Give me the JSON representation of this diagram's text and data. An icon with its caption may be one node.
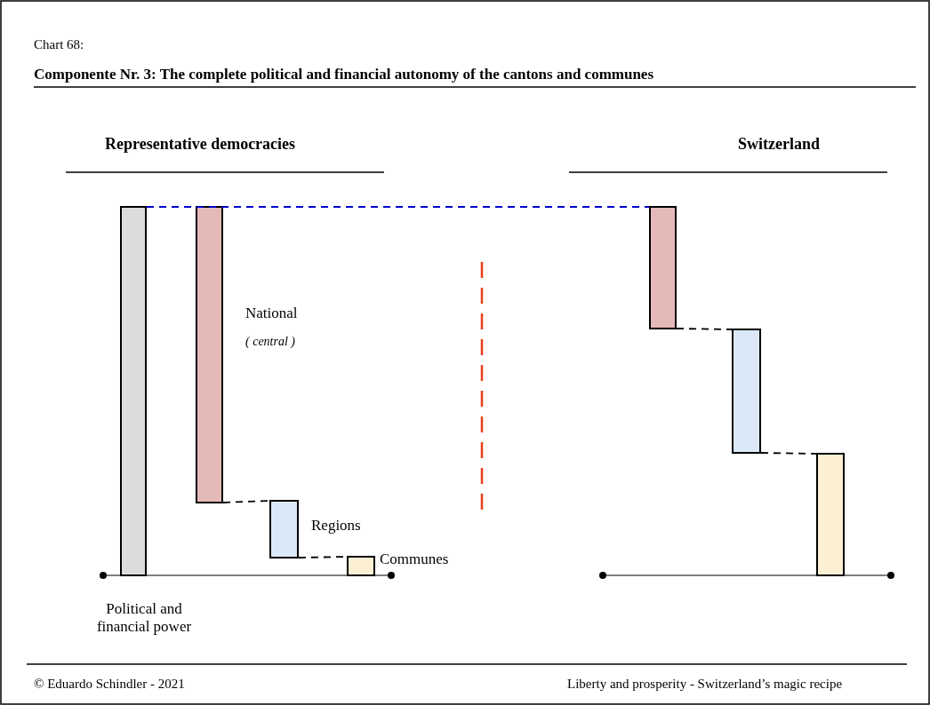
{
  "diagram": {
    "title": "Componente Nr. 3: The complete political and financial autonomy of the cantons and communes",
    "nodes": [
      {
        "text": [],
        "shape": "bar",
        "beside": [
          "Political and financial power"
        ]
      },
      {
        "text": [],
        "shape": "bar",
        "beside": [
          "National",
          "( central )"
        ]
      },
      {
        "text": [],
        "shape": "bar",
        "beside": [
          "Regions"
        ]
      },
      {
        "text": [],
        "shape": "bar",
        "beside": [
          "Communes"
        ]
      },
      {
        "text": [],
        "shape": "bar"
      },
      {
        "text": [],
        "shape": "bar"
      },
      {
        "text": [],
        "shape": "bar"
      }
    ],
    "edges": [
      {
        "from": 0,
        "to": 4,
        "arrow": "none",
        "style": "dashed",
        "color": "#0000cc"
      },
      {
        "from": 1,
        "to": 2,
        "arrow": "none",
        "style": "dashed"
      },
      {
        "from": 2,
        "to": 3,
        "arrow": "none",
        "style": "dashed"
      },
      {
        "from": 4,
        "to": 5,
        "arrow": "none",
        "style": "dashed"
      },
      {
        "from": 5,
        "to": 6,
        "arrow": "none",
        "style": "dashed"
      }
    ],
    "labels": [
      "Chart 68:",
      "Representative democracies",
      "Switzerland",
      "© Eduardo Schindler - 2021",
      "Liberty and prosperity - Switzerland’s magic recipe"
    ]
  }
}
